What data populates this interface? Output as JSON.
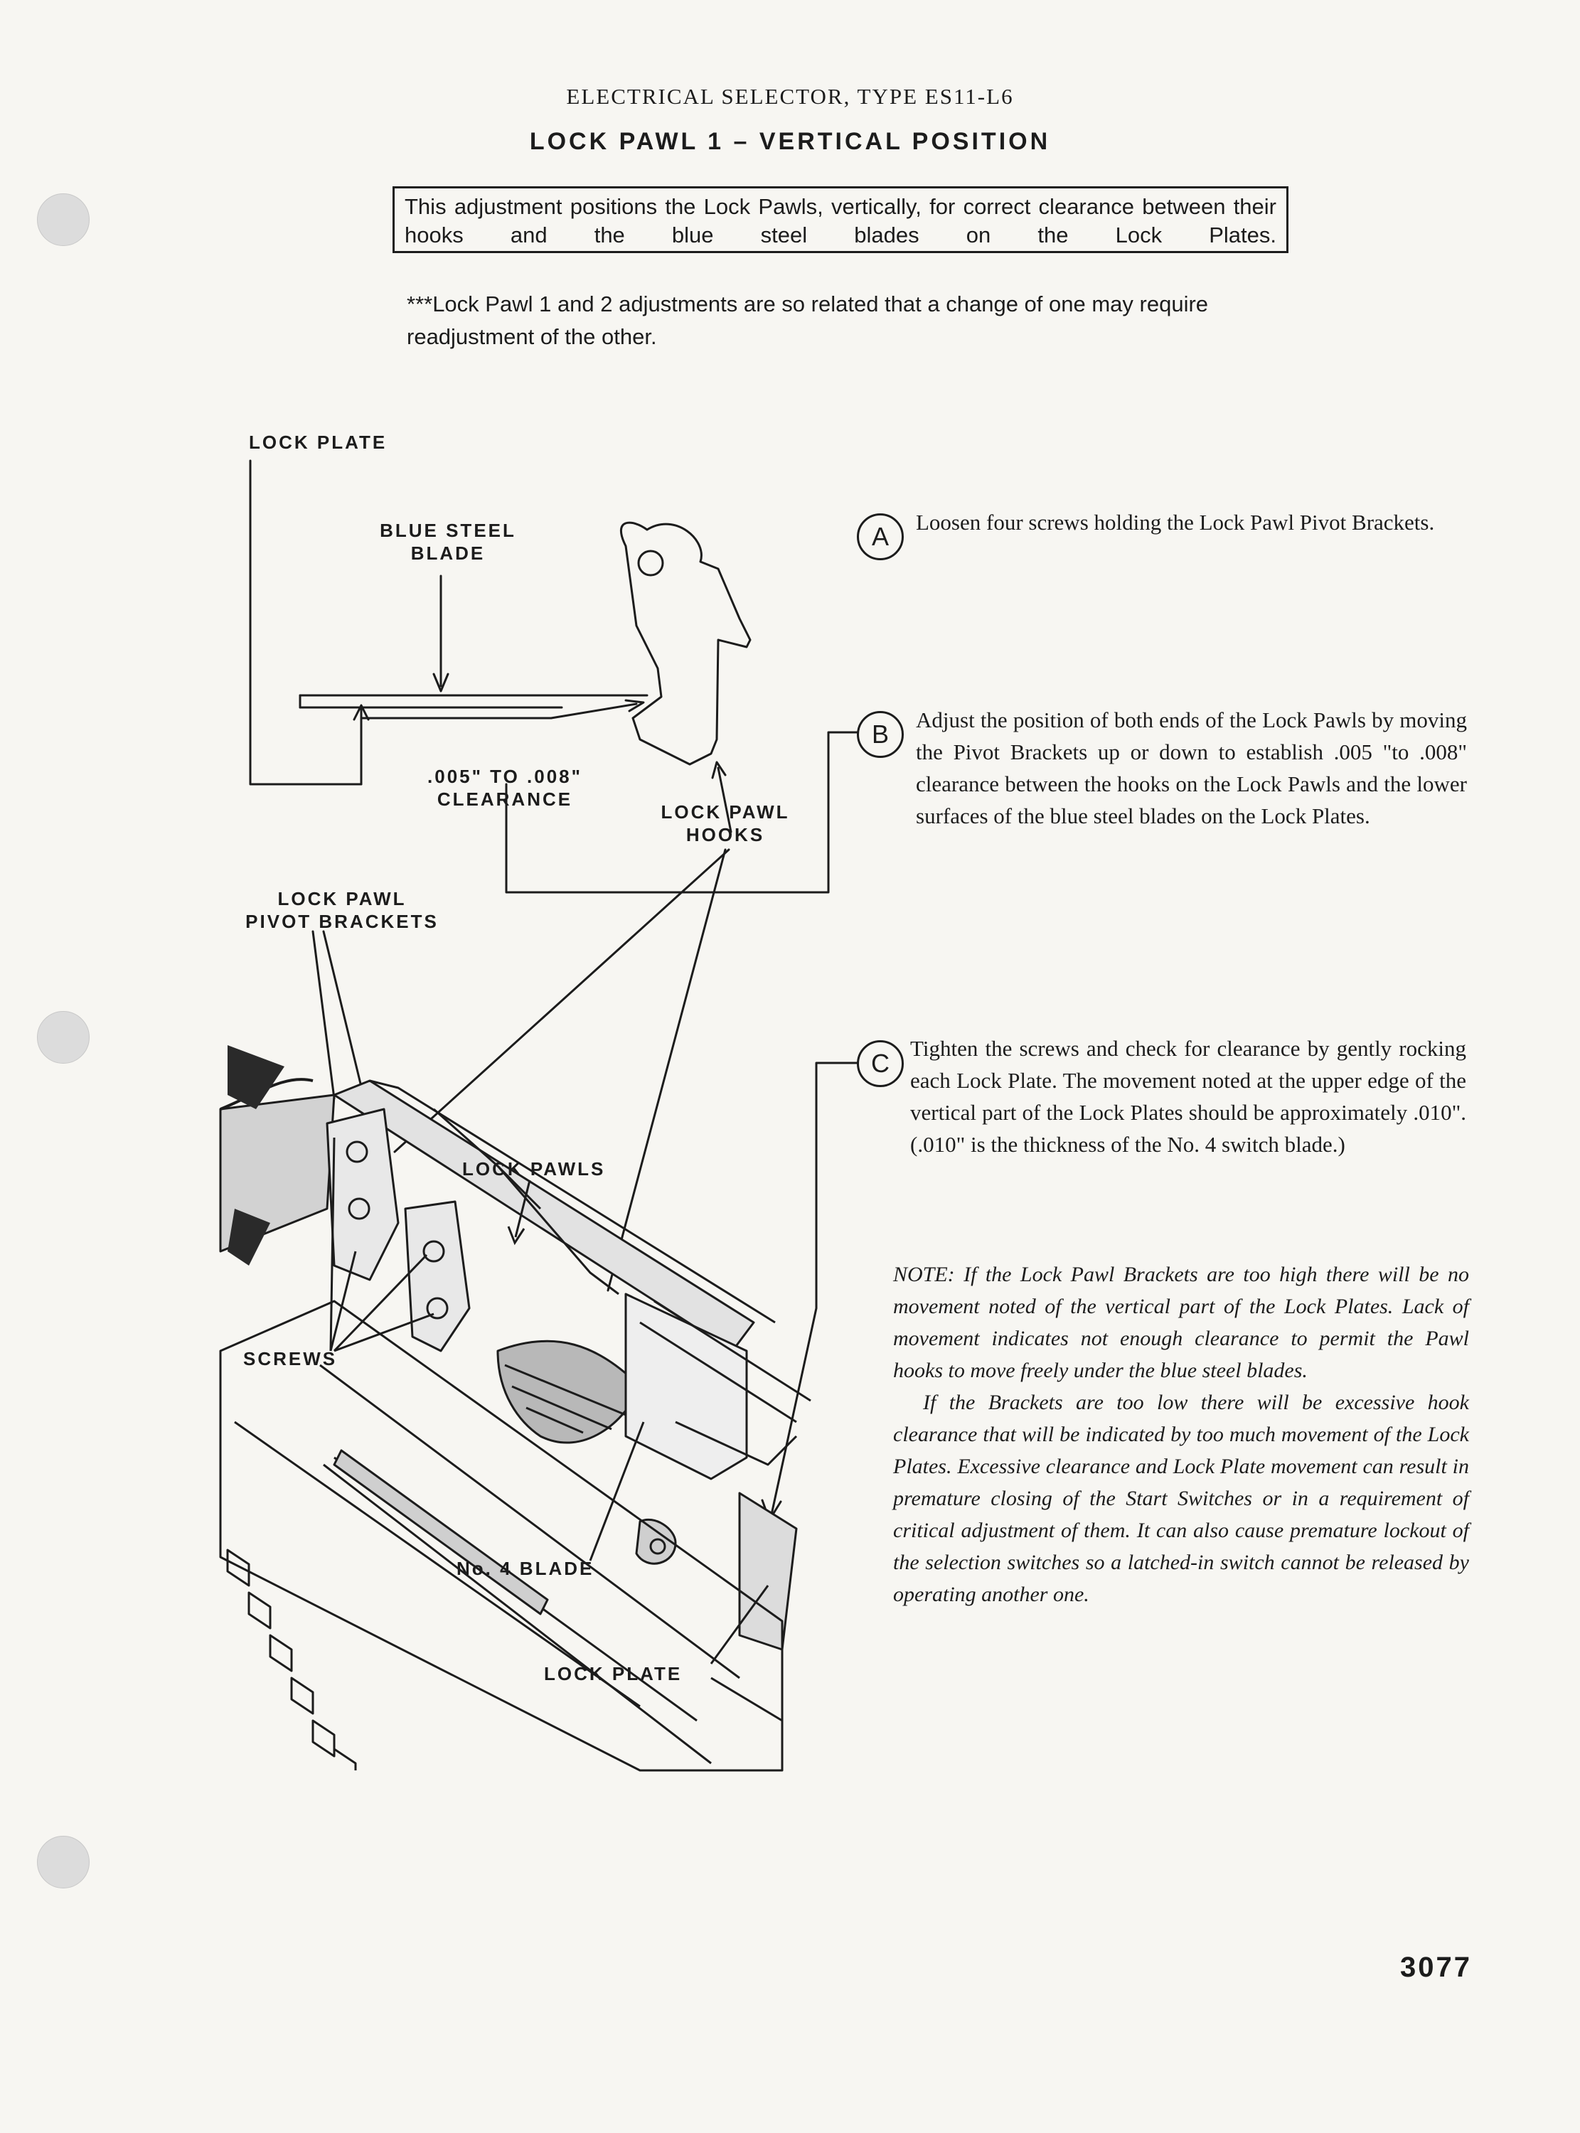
{
  "header": {
    "subtitle": "ELECTRICAL SELECTOR, TYPE ES11-L6",
    "title": "LOCK PAWL 1 – VERTICAL POSITION"
  },
  "intro_box": "This adjustment positions the Lock Pawls, vertically, for correct clearance between their hooks and the blue steel blades on the Lock Plates.",
  "intro_note": "***Lock Pawl 1 and 2 adjustments are so related that a change of one may require readjustment of the other.",
  "diagram_labels": {
    "lock_plate_top": "LOCK PLATE",
    "blue_steel_blade": [
      "BLUE STEEL",
      "BLADE"
    ],
    "clearance": [
      ".005\" TO .008\"",
      "CLEARANCE"
    ],
    "lock_pawl_hooks": [
      "LOCK PAWL",
      "HOOKS"
    ],
    "pivot_brackets": [
      "LOCK PAWL",
      "PIVOT BRACKETS"
    ],
    "lock_pawls": "LOCK PAWLS",
    "screws": "SCREWS",
    "no4_blade": "No. 4 BLADE",
    "lock_plate_bottom": "LOCK PLATE"
  },
  "steps": [
    {
      "letter": "A",
      "text": "Loosen four screws holding the Lock Pawl Pivot Brackets."
    },
    {
      "letter": "B",
      "text": "Adjust the position of both ends of the Lock Pawls by moving the Pivot Brackets up or down to establish .005 \"to .008\" clearance between the hooks on the Lock Pawls and the lower surfaces of the blue steel blades on the Lock Plates."
    },
    {
      "letter": "C",
      "text": "Tighten the screws and check for clearance by gently rocking each Lock Plate. The movement noted at the upper edge of the vertical part of the Lock Plates should be approximately .010\". (.010\" is the thickness of the No. 4 switch blade.)"
    }
  ],
  "note": {
    "p1": "NOTE: If the Lock Pawl Brackets are too high there will be no movement noted of the vertical part of the Lock Plates. Lack of movement indicates not enough clearance to permit the Pawl hooks to move freely under the blue steel blades.",
    "p2": "If the Brackets are too low there will be excessive hook clearance that will be indicated by too much movement of the Lock Plates. Excessive clearance and Lock Plate movement can result in premature closing of the Start Switches or in a requirement of critical adjustment of them. It can also cause premature lockout of the selection switches so a latched-in switch cannot be released by operating another one."
  },
  "page_number": "3077",
  "colors": {
    "ink": "#1c1c1c",
    "paper": "#f7f6f2",
    "hole": "#dcdcdc"
  }
}
